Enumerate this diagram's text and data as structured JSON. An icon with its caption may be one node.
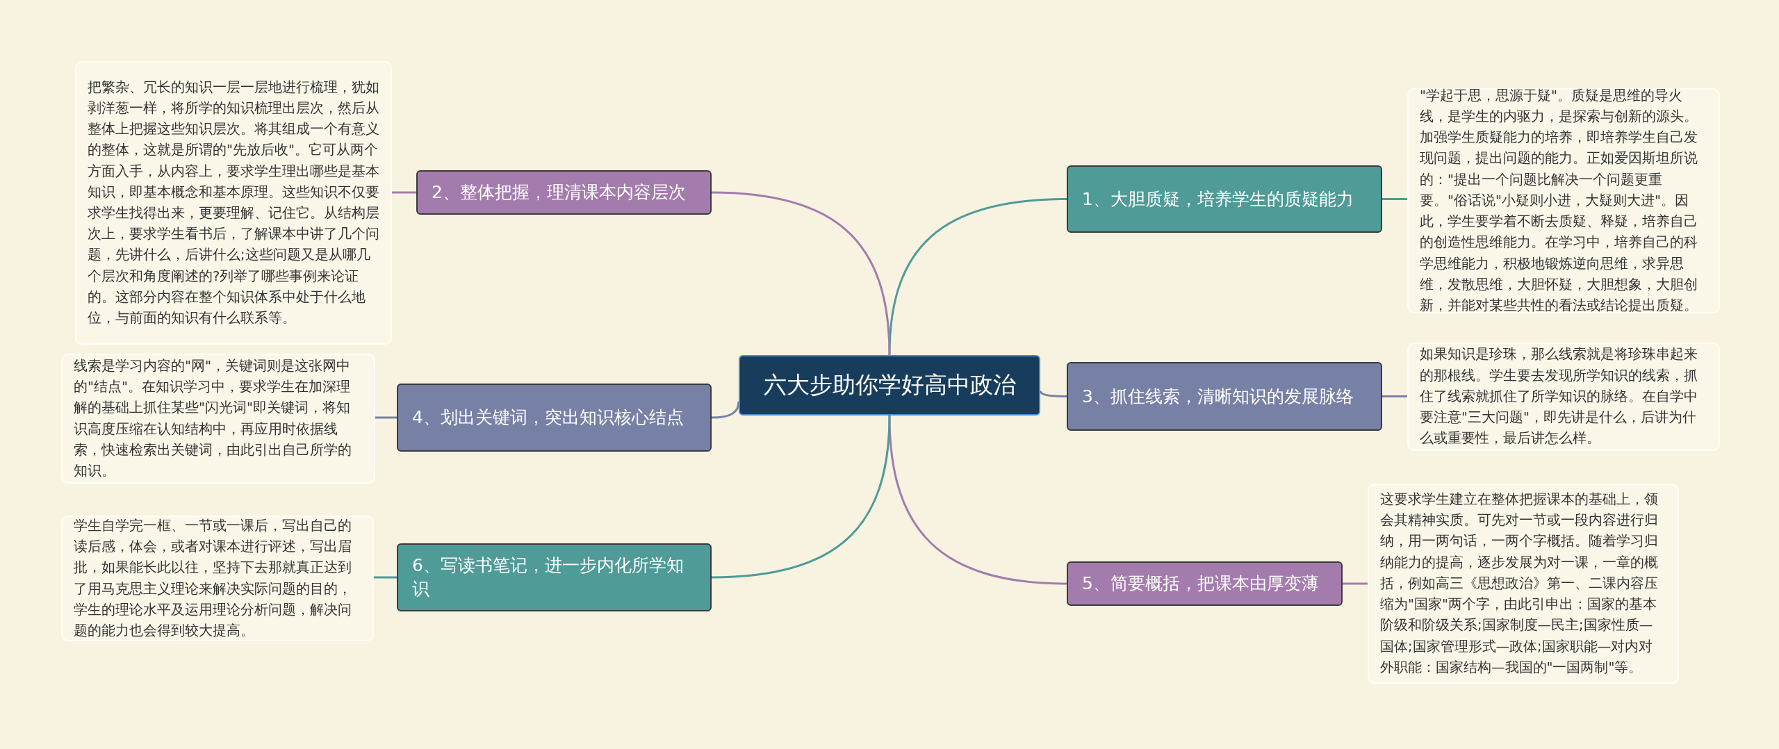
{
  "diagram": {
    "nodes": [
      {
        "text": [
          "六大步助你学好高中政治"
        ]
      },
      {
        "text": [
          "1、大胆质疑，培养学生的质疑能力"
        ]
      },
      {
        "text": [
          "\"学起于思，思源于疑\"。质疑是思维的导火线，是学生的内驱力，是探索与创新的源头。加强学生质疑能力的培养，即培养学生自己发现问题，提出问题的能力。正如爱因斯坦所说的：\"提出一个问题比解决一个问题更重要。\"俗话说\"小疑则小进，大疑则大进\"。因此，学生要学着不断去质疑、释疑，培养自己的创造性思维能力。在学习中，培养自己的科学思维能力，积极地锻炼逆向思维，求异思维，发散思维，大胆怀疑，大胆想象，大胆创新，并能对某些共性的看法或结论提出质疑。"
        ]
      },
      {
        "text": [
          "2、整体把握，理清课本内容层次"
        ]
      },
      {
        "text": [
          "把繁杂、冗长的知识一层一层地进行梳理，犹如剥洋葱一样，将所学的知识梳理出层次，然后从整体上把握这些知识层次。将其组成一个有意义的整体，这就是所谓的\"先放后收\"。它可从两个方面入手，从内容上，要求学生理出哪些是基本知识，即基本概念和基本原理。这些知识不仅要求学生找得出来，更要理解、记住它。从结构层次上，要求学生看书后，了解课本中讲了几个问题，先讲什么，后讲什么;这些问题又是从哪几个层次和角度阐述的?列举了哪些事例来论证的。这部分内容在整个知识体系中处于什么地位，与前面的知识有什么联系等。"
        ]
      },
      {
        "text": [
          "3、抓住线索，清晰知识的发展脉络"
        ]
      },
      {
        "text": [
          "如果知识是珍珠，那么线索就是将珍珠串起来的那根线。学生要去发现所学知识的线索，抓住了线索就抓住了所学知识的脉络。在自学中要注意\"三大问题\"，即先讲是什么，后讲为什么或重要性，最后讲怎么样。"
        ]
      },
      {
        "text": [
          "4、划出关键词，突出知识核心结点"
        ]
      },
      {
        "text": [
          "线索是学习内容的\"网\"，关键词则是这张网中的\"结点\"。在知识学习中，要求学生在加深理解的基础上抓住某些\"闪光词\"即关键词，将知识高度压缩在认知结构中，再应用时依据线索，快速检索出关键词，由此引出自己所学的知识。"
        ]
      },
      {
        "text": [
          "5、简要概括，把课本由厚变薄"
        ]
      },
      {
        "text": [
          "这要求学生建立在整体把握课本的基础上，领会其精神实质。可先对一节或一段内容进行归纳，用一两句话，一两个字概括。随着学习归纳能力的提高，逐步发展为对一课，一章的概括，例如高三《思想政治》第一、二课内容压缩为\"国家\"两个字，由此引申出：国家的基本阶级和阶级关系;国家制度—民主;国家性质—国体;国家管理形式—政体;国家职能—对内对外职能：国家结构—我国的\"一国两制\"等。"
        ]
      },
      {
        "text": [
          "6、写读书笔记，进一步内化所学知识"
        ]
      },
      {
        "text": [
          "学生自学完一框、一节或一课后，写出自己的读后感，体会，或者对课本进行评述，写出眉批，如果能长此以往，坚持下去那就真正达到了用马克思主义理论来解决实际问题的目的，学生的理论水平及运用理论分析问题，解决问题的能力也会得到较大提高。"
        ]
      }
    ],
    "edges": [
      {
        "from": 0,
        "to": 1,
        "arrow": "none",
        "color": "#4e9b98"
      },
      {
        "from": 1,
        "to": 2,
        "arrow": "none",
        "color": "#4e9b98"
      },
      {
        "from": 0,
        "to": 3,
        "arrow": "none",
        "color": "#a37cad"
      },
      {
        "from": 3,
        "to": 4,
        "arrow": "none",
        "color": "#a37cad"
      },
      {
        "from": 0,
        "to": 5,
        "arrow": "none",
        "color": "#7781a5"
      },
      {
        "from": 5,
        "to": 6,
        "arrow": "none",
        "color": "#7781a5"
      },
      {
        "from": 0,
        "to": 7,
        "arrow": "none",
        "color": "#7781a5"
      },
      {
        "from": 7,
        "to": 8,
        "arrow": "none",
        "color": "#7781a5"
      },
      {
        "from": 0,
        "to": 9,
        "arrow": "none",
        "color": "#a37cad"
      },
      {
        "from": 9,
        "to": 10,
        "arrow": "none",
        "color": "#a37cad"
      },
      {
        "from": 0,
        "to": 11,
        "arrow": "none",
        "color": "#4e9b98"
      },
      {
        "from": 11,
        "to": 12,
        "arrow": "none",
        "color": "#4e9b98"
      }
    ]
  }
}
